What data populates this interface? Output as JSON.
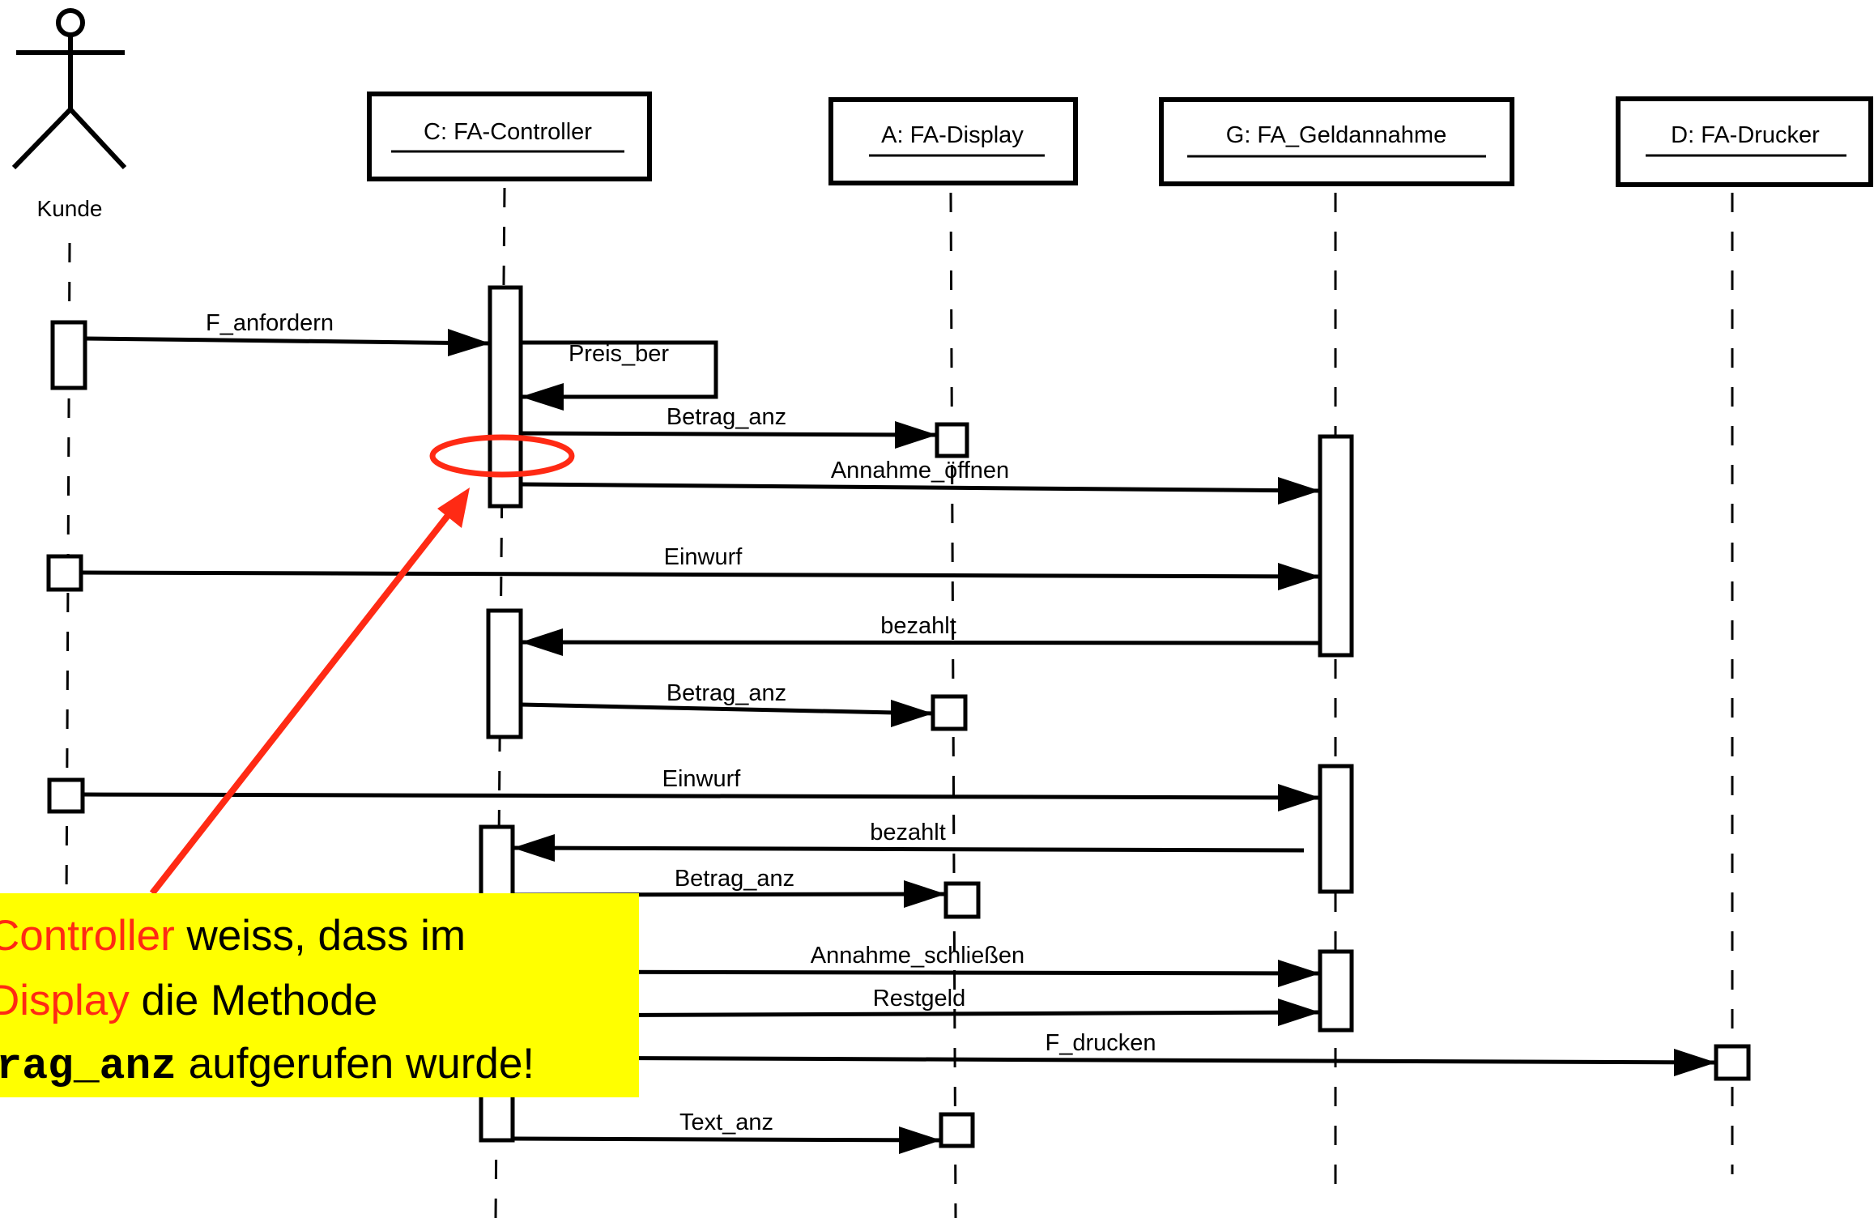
{
  "actor": {
    "label": "Kunde"
  },
  "objects": [
    {
      "key": "C",
      "label": "C: FA-Controller"
    },
    {
      "key": "A",
      "label": "A: FA-Display"
    },
    {
      "key": "G",
      "label": "G: FA_Geldannahme"
    },
    {
      "key": "D",
      "label": "D: FA-Drucker"
    }
  ],
  "messages": [
    {
      "label": "F_anfordern"
    },
    {
      "label": "Preis_ber"
    },
    {
      "label": "Betrag_anz"
    },
    {
      "label": "Annahme_öffnen"
    },
    {
      "label": "Einwurf"
    },
    {
      "label": "bezahlt"
    },
    {
      "label": "Betrag_anz"
    },
    {
      "label": "Einwurf"
    },
    {
      "label": "bezahlt"
    },
    {
      "label": "Betrag_anz"
    },
    {
      "label": "Annahme_schließen"
    },
    {
      "label": "Restgeld"
    },
    {
      "label": "F_drucken"
    },
    {
      "label": "Text_anz"
    }
  ],
  "callout": {
    "line1_red": "Controller",
    "line1_rest": " weiss, dass im",
    "line2_red": "Display",
    "line2_rest": " die Methode",
    "line3_code": "Betrag_anz",
    "line3_rest": " aufgerufen wurde!"
  },
  "colors": {
    "highlight": "#ff2a14",
    "callout_bg": "#ffff00"
  }
}
